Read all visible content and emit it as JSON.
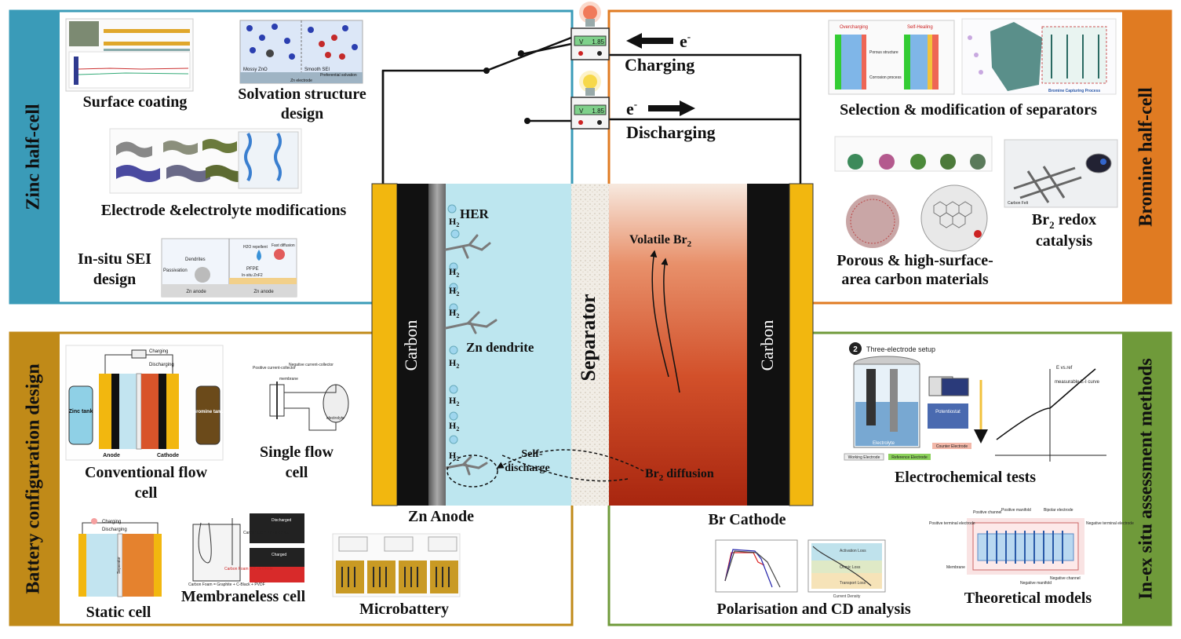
{
  "colors": {
    "zinc_panel": "#3a9bb8",
    "bromine_panel": "#e07b22",
    "battery_panel": "#c08a18",
    "assessment_panel": "#6f9a3a",
    "electrolyte_anolyte": "#bde6ef",
    "electrolyte_catholyte": "#d8542a",
    "current_collector": "#f2b70f",
    "carbon": "#111111"
  },
  "quadrants": {
    "zinc": {
      "title": "Zinc half-cell",
      "items": [
        {
          "label": "Surface coating"
        },
        {
          "label_line1": "Solvation structure",
          "label_line2": "design"
        },
        {
          "label": "Electrode &electrolyte modifications"
        },
        {
          "label_line1": "In-situ SEI",
          "label_line2": "design"
        }
      ],
      "thumb_texts": {
        "solvation_left": "Mossy ZnO",
        "solvation_right": "Smooth SEI",
        "solvation_bottom": "Preferential solvation",
        "solvation_electrode": "Zn electrode",
        "sei_dendrites": "Dendrites",
        "sei_passivation": "Passivation",
        "sei_h2o": "H2O repellent",
        "sei_fast": "Fast diffusion",
        "sei_pfpe": "PFPE",
        "sei_insitu": "In-situ ZnF2",
        "sei_anode": "Zn anode"
      }
    },
    "bromine": {
      "title": "Bromine half-cell",
      "items": [
        {
          "label": "Selection & modification of separators"
        },
        {
          "label_line1": "Porous & high-surface-",
          "label_line2": "area  carbon materials"
        },
        {
          "label_line1": "Br",
          "label_sub": "2",
          "label_line1b": " redox",
          "label_line2": "catalysis"
        }
      ],
      "thumb_texts": {
        "overcharging": "Overcharging",
        "self_healing": "Self-Healing",
        "porous_structure": "Porous structure",
        "corrosion": "Corrosion process",
        "capture": "Bromine Capturing Process",
        "carbon_felt": "Carbon Felt"
      }
    },
    "battery": {
      "title": "Battery configuration design",
      "items": [
        {
          "label_line1": "Conventional flow",
          "label_line2": "cell"
        },
        {
          "label_line1": "Single flow",
          "label_line2": "cell"
        },
        {
          "label": "Static cell"
        },
        {
          "label": "Membraneless cell"
        },
        {
          "label": "Microbattery"
        }
      ],
      "thumb_texts": {
        "zinc_tank": "Zinc tank",
        "bromine_tank": "Bromine tank",
        "anode": "Anode",
        "cathode": "Cathode",
        "separator": "Separator",
        "charging": "Charging",
        "discharging": "Discharging",
        "electrolyte": "electrolyte",
        "membrane": "membrane",
        "positive_cc": "Positive current-collector",
        "negative_cc": "Negative current-collector",
        "carbon_cloth": "Carbon Cloth Zn electrode",
        "carbon_foam": "Carbon Foam Br2 electrode",
        "foam_recipe": "Carbon Foam = Graphite + C-Black + PVDF",
        "discharged": "Discharged",
        "charged": "Charged"
      }
    },
    "assessment": {
      "title": "In-ex situ assessment methods",
      "items": [
        {
          "label": "Electrochemical tests"
        },
        {
          "label": "Polarisation and CD analysis"
        },
        {
          "label": "Theoretical models"
        }
      ],
      "thumb_texts": {
        "three_electrode": "Three-electrode setup",
        "step_number": "2",
        "potentiostat": "Potentiostat",
        "electrolyte": "Electrolyte",
        "working": "Working Electrode",
        "reference": "Reference Electrode",
        "counter": "Counter Electrode",
        "curve": "measurable E-I curve",
        "axis": "E vs.ref",
        "activation": "Activation Loss",
        "ohmic": "Ohmic Loss",
        "transport": "Transport Loss",
        "current_density": "Current Density",
        "positive_channel": "Positive channel",
        "positive_manifold": "Positive manifold",
        "bipolar": "Bipolar electrode",
        "negative_terminal": "Negative terminal electrode",
        "positive_terminal": "Positive terminal electrode",
        "membrane": "Membrane",
        "negative_manifold": "Negative manifold",
        "negative_channel": "Negative channel"
      }
    }
  },
  "center": {
    "meter_top": {
      "v": "V",
      "value": "1.85"
    },
    "meter_bottom": {
      "v": "V",
      "value": "1.85"
    },
    "charging": "Charging",
    "discharging": "Discharging",
    "electron": "e",
    "electron_sup": "-",
    "left_carbon": "Carbon",
    "right_carbon": "Carbon",
    "separator": "Separator",
    "her": "HER",
    "h2": "H",
    "h2_sub": "2",
    "zn_dendrite": "Zn dendrite",
    "self_discharge_1": "Self-",
    "self_discharge_2": "discharge",
    "volatile": "Volatile Br",
    "volatile_sub": "2",
    "br2_diffusion": "Br",
    "br2_diffusion_sub": "2",
    "br2_diffusion_tail": " diffusion",
    "zn_anode": "Zn Anode",
    "br_cathode": "Br Cathode"
  }
}
